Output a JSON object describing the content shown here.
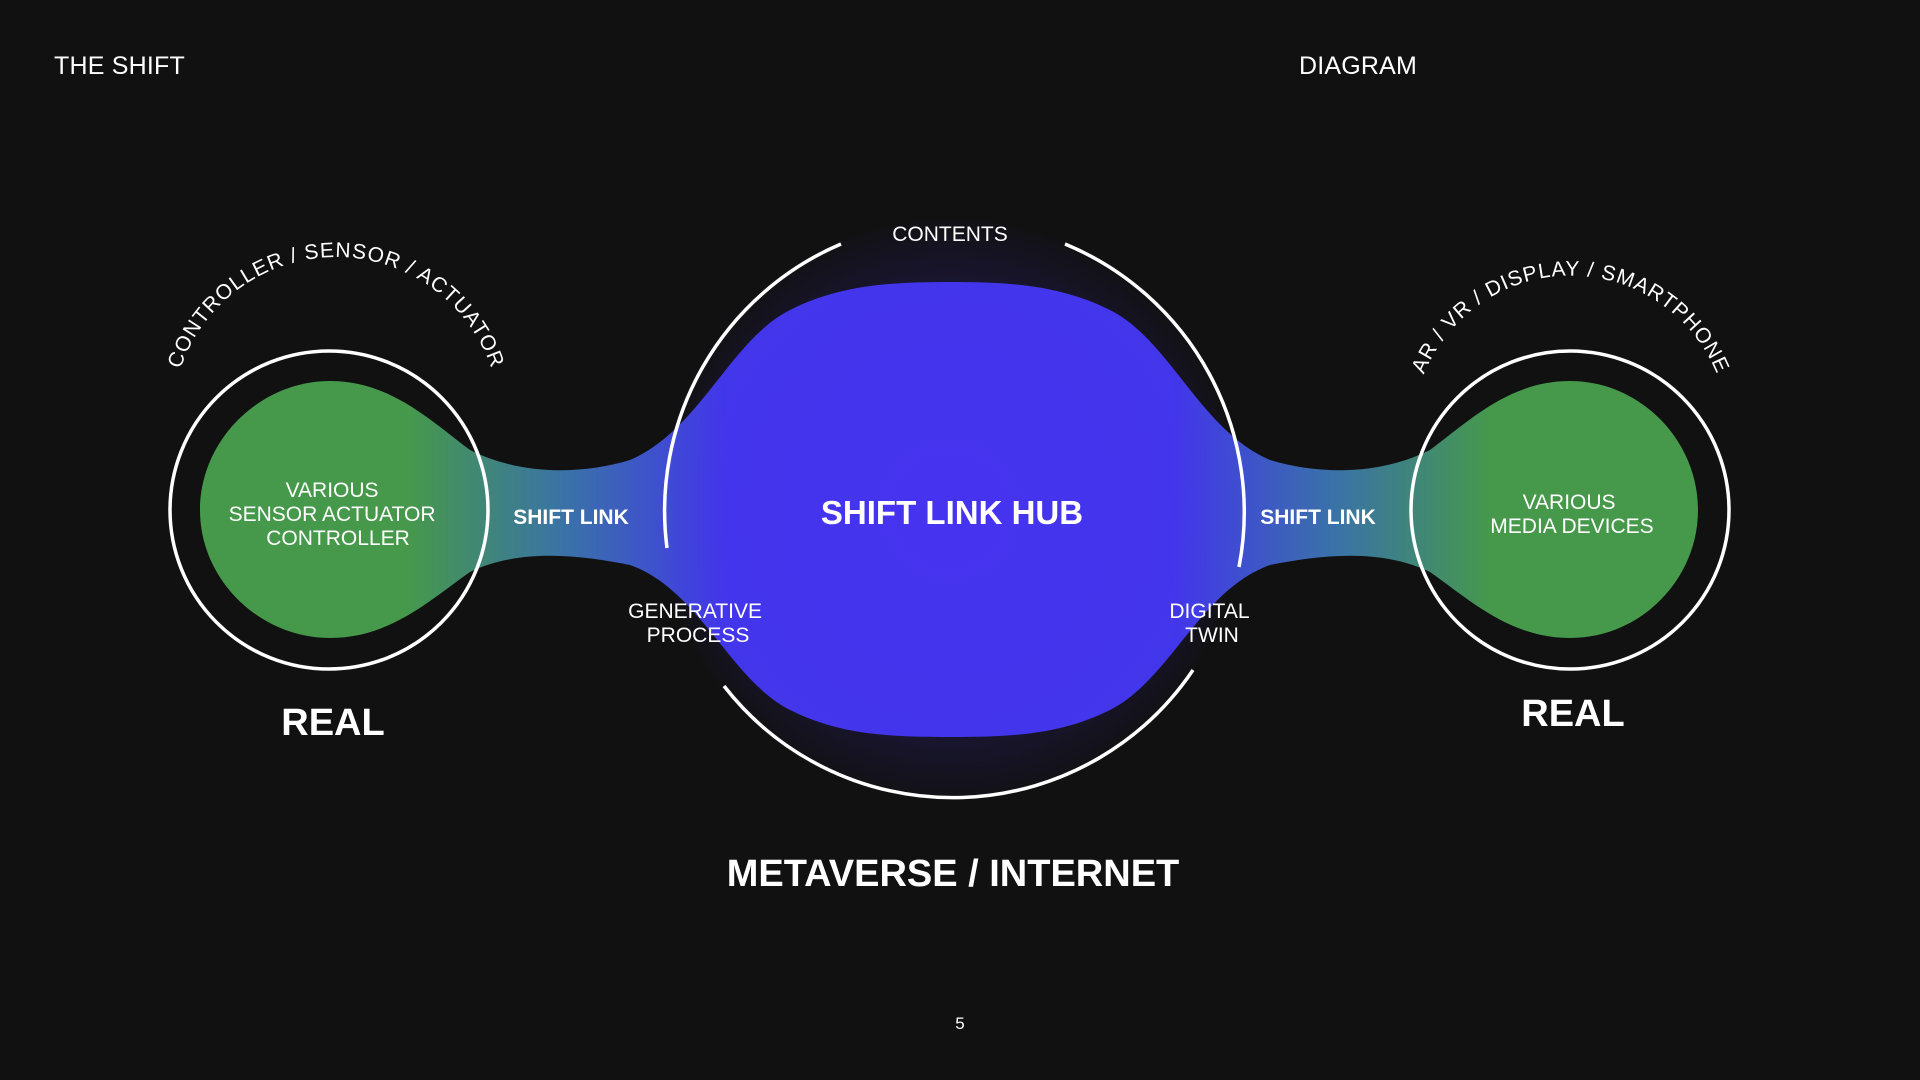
{
  "header": {
    "left_title": "THE SHIFT",
    "right_title": "DIAGRAM"
  },
  "diagram": {
    "left_arc_label": "CONTROLLER / SENSOR / ACTUATOR",
    "right_arc_label": "AR / VR / DISPLAY / SMARTPHONE",
    "left_node": [
      "VARIOUS",
      "SENSOR ACTUATOR",
      "CONTROLLER"
    ],
    "right_node": [
      "VARIOUS",
      "MEDIA DEVICES"
    ],
    "left_link": "SHIFT LINK",
    "right_link": "SHIFT LINK",
    "hub": "SHIFT LINK HUB",
    "top_label": "CONTENTS",
    "bottom_left_label": [
      "GENERATIVE",
      "PROCESS"
    ],
    "bottom_right_label": [
      "DIGITAL",
      "TWIN"
    ],
    "left_caption": "REAL",
    "right_caption": "REAL",
    "bottom_caption": "METAVERSE / INTERNET"
  },
  "colors": {
    "background": "#111111",
    "hub_blue": "#4433ee",
    "node_green": "#45994a",
    "ring": "#ffffff"
  },
  "footer": {
    "page_number": "5"
  }
}
